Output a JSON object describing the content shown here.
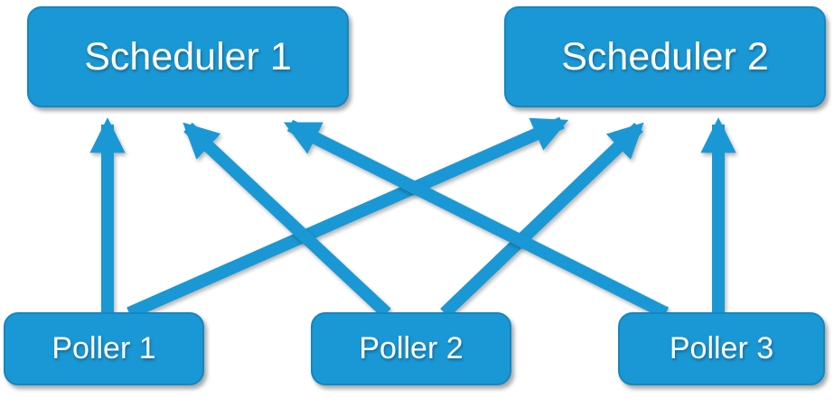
{
  "diagram": {
    "nodes": {
      "scheduler1": {
        "label": "Scheduler 1"
      },
      "scheduler2": {
        "label": "Scheduler 2"
      },
      "poller1": {
        "label": "Poller 1"
      },
      "poller2": {
        "label": "Poller 2"
      },
      "poller3": {
        "label": "Poller 3"
      }
    },
    "edges": [
      {
        "from": "Poller 1",
        "to": "Scheduler 1"
      },
      {
        "from": "Poller 1",
        "to": "Scheduler 2"
      },
      {
        "from": "Poller 2",
        "to": "Scheduler 1"
      },
      {
        "from": "Poller 2",
        "to": "Scheduler 2"
      },
      {
        "from": "Poller 3",
        "to": "Scheduler 1"
      },
      {
        "from": "Poller 3",
        "to": "Scheduler 2"
      }
    ]
  },
  "colors": {
    "node_fill": "#1a98d5",
    "node_border": "#1586c0",
    "arrow": "#1a98d5",
    "text": "#ffffff"
  }
}
